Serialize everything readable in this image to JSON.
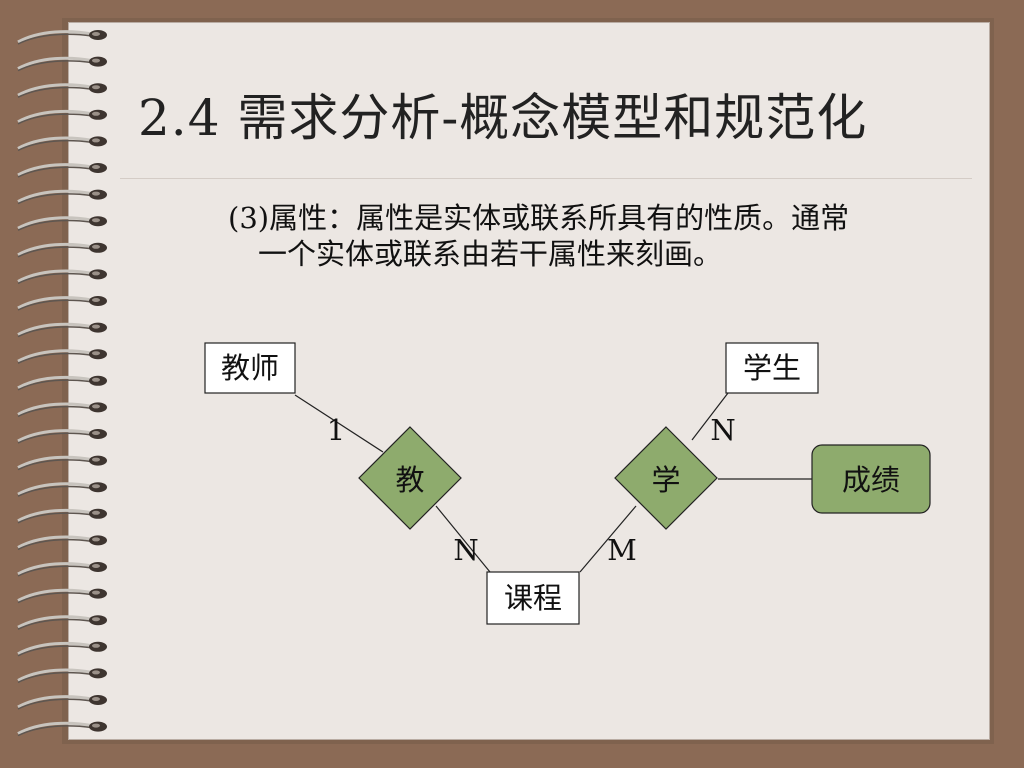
{
  "slide": {
    "title": "2.4 需求分析-概念模型和规范化",
    "desc_line1": "(3)属性：属性是实体或联系所具有的性质。通常",
    "desc_line2": "一个实体或联系由若干属性来刻画。"
  },
  "diagram": {
    "entities": {
      "teacher": "教师",
      "student": "学生",
      "course": "课程"
    },
    "relationships": {
      "teach": "教",
      "learn": "学"
    },
    "attribute": "成绩",
    "cardinalities": {
      "teacher_teach": "1",
      "teach_course": "N",
      "learn_student": "N",
      "learn_course": "M"
    }
  },
  "colors": {
    "background": "#8b6a55",
    "paper": "#ece7e3",
    "diamond_fill": "#8eab6d",
    "attribute_fill": "#8eab6d"
  }
}
